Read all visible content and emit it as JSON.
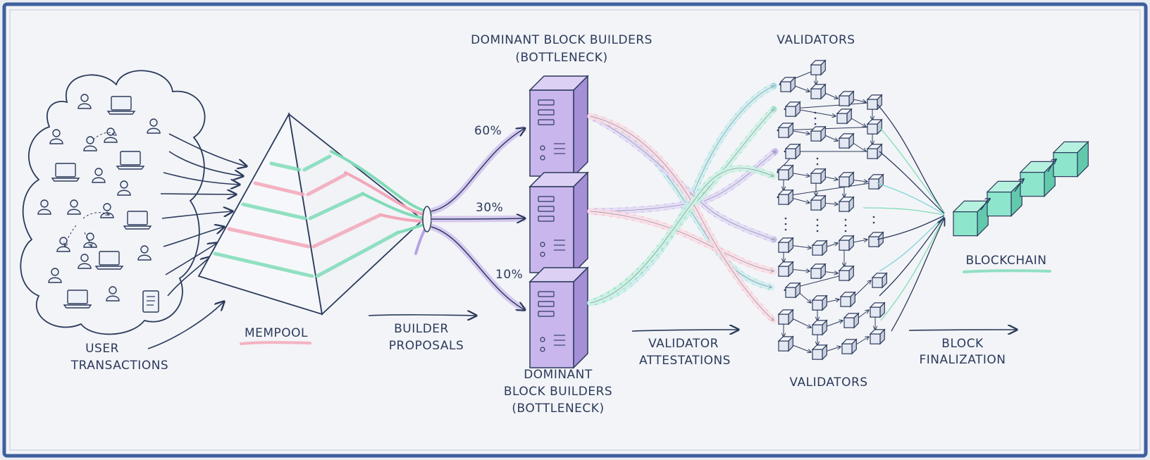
{
  "labels": {
    "user_transactions": [
      "USER",
      "TRANSACTIONS"
    ],
    "mempool": "MEMPOOL",
    "builder_proposals": [
      "BUILDER",
      "PROPOSALS"
    ],
    "dominant_builders_top": [
      "DOMINANT BLOCK BUILDERS",
      "(BOTTLENECK)"
    ],
    "dominant_builders_bottom": [
      "DOMINANT",
      "BLOCK BUILDERS",
      "(BOTTLENECK)"
    ],
    "validator_attestations": [
      "VALIDATOR",
      "ATTESTATIONS"
    ],
    "validators_top": "VALIDATORS",
    "validators_bottom": "VALIDATORS",
    "block_finalization": [
      "BLOCK",
      "FINALIZATION"
    ],
    "blockchain": "BLOCKCHAIN"
  },
  "builder_shares": [
    {
      "label": "60%",
      "share": 60
    },
    {
      "label": "30%",
      "share": 30
    },
    {
      "label": "10%",
      "share": 10
    }
  ],
  "colors": {
    "ink": "#2b3a5c",
    "board": "#f3f4f7",
    "frame": "#3e5f9e",
    "server": "#c9b6ec",
    "server_dark": "#a58fd6",
    "green": "#7fdcb8",
    "pink": "#f3a7b9",
    "teal": "#7fd3d6",
    "purple": "#b7a3e6",
    "cube_light": "#e4e8f2",
    "chain_cube": "#8de5cc"
  },
  "icons": [
    "person-icon",
    "laptop-icon",
    "document-icon",
    "server-icon",
    "cube-icon"
  ]
}
